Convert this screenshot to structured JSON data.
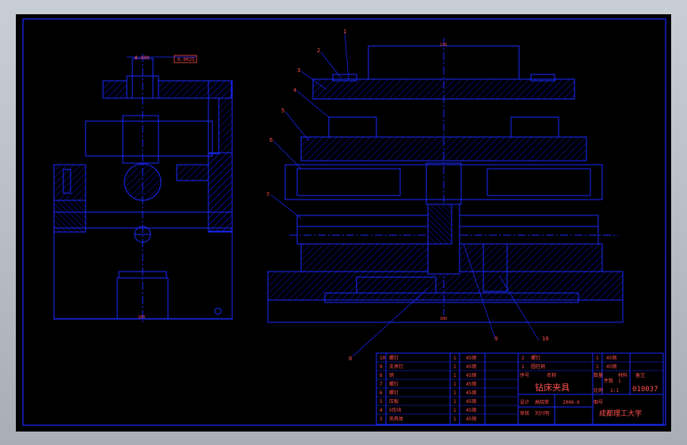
{
  "callouts": [
    "1",
    "2",
    "3",
    "4",
    "5",
    "6",
    "7",
    "8",
    "9",
    "10"
  ],
  "dims": {
    "fit_code": "Φ-40H",
    "fit_tol": "0.0025",
    "width_left": "160",
    "width_top": "136",
    "width_bottom": "300"
  },
  "title_block": {
    "rows": [
      {
        "no": "10",
        "name": "螺钉",
        "qty": "1",
        "mat": "45钢"
      },
      {
        "no": "9",
        "name": "支承钉",
        "qty": "1",
        "mat": "45钢"
      },
      {
        "no": "8",
        "name": "销",
        "qty": "1",
        "mat": "45钢"
      },
      {
        "no": "7",
        "name": "螺钉",
        "qty": "1",
        "mat": "45钢"
      },
      {
        "no": "6",
        "name": "螺钉",
        "qty": "1",
        "mat": "45钢"
      },
      {
        "no": "5",
        "name": "压板",
        "qty": "1",
        "mat": "45钢"
      },
      {
        "no": "4",
        "name": "V形块",
        "qty": "1",
        "mat": "45钢"
      },
      {
        "no": "3",
        "name": "夹具体",
        "qty": "1",
        "mat": "45钢"
      }
    ],
    "upper": [
      {
        "no": "2",
        "name": "螺钉",
        "qty": "1",
        "mat": "45钢"
      },
      {
        "no": "1",
        "name": "圆柱销",
        "qty": "1",
        "mat": "45钢"
      }
    ],
    "hdr": {
      "no": "序号",
      "name": "名称",
      "qty": "数量",
      "mat": "材料"
    },
    "drawing_title": "钻床夹具",
    "drawn_label": "设计",
    "drawn_value": "高晓荣",
    "date_label": "2006-6",
    "checked_label": "审核",
    "checked_value": "刘兴明",
    "scale_label": "比例",
    "scale_value": "1:1",
    "sheet_label": "图号",
    "drawing_no": "010037",
    "qty_label": "件数",
    "qty_value": "1",
    "remark_label": "备注",
    "school": "成都理工大学"
  }
}
